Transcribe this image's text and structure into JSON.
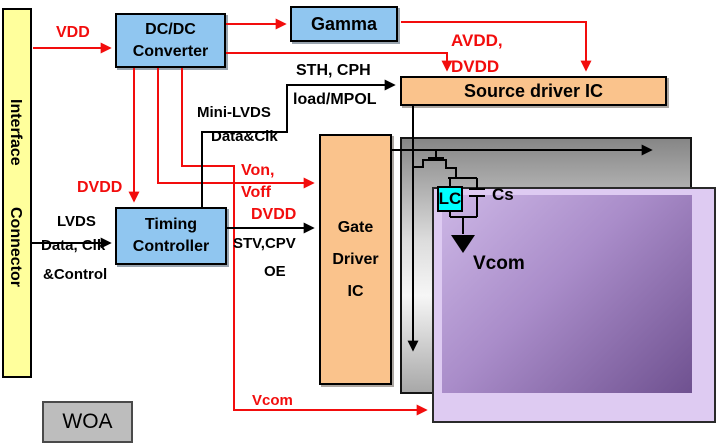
{
  "colors": {
    "signal_red": "#F20D0D",
    "block_blue": "#90C6F0",
    "block_orange": "#FAC38C",
    "block_yellow": "#FFFF9C",
    "block_gray": "#BDBDBD",
    "lc_cyan": "#00FFFF",
    "panel_purple_light": "#DECBF2",
    "panel_purple_dark": "#6F5190",
    "panel_gray": "#868686"
  },
  "blocks": {
    "interface_connector": {
      "word1": "Interface",
      "word2": "Connector"
    },
    "dcdc_converter": {
      "label": "DC/DC\nConverter"
    },
    "gamma": {
      "label": "Gamma"
    },
    "timing_controller": {
      "label": "Timing\nController"
    },
    "source_driver": {
      "label": "Source driver IC"
    },
    "gate_driver": {
      "label": "Gate\nDriver\nIC"
    },
    "woa": {
      "label": "WOA"
    },
    "lc_cell": {
      "label": "LC"
    }
  },
  "signals": {
    "vdd": "VDD",
    "avdd_dvdd": "AVDD,\nDVDD",
    "sth_cph": "STH, CPH",
    "load_mpol": "load/MPOL",
    "mini_lvds": "Mini-LVDS",
    "mini_lvds_data_clk": "Data&Clk",
    "dvdd_to_timing": "DVDD",
    "lvds": "LVDS",
    "lvds_data_clk": "Data, Clk",
    "lvds_control": "&Control",
    "von_voff": "Von,\nVoff",
    "dvdd_to_gate": "DVDD",
    "stv_cpv": "STV,CPV",
    "oe": "OE",
    "vcom_supply": "Vcom",
    "cs": "Cs",
    "vcom_panel": "Vcom"
  }
}
